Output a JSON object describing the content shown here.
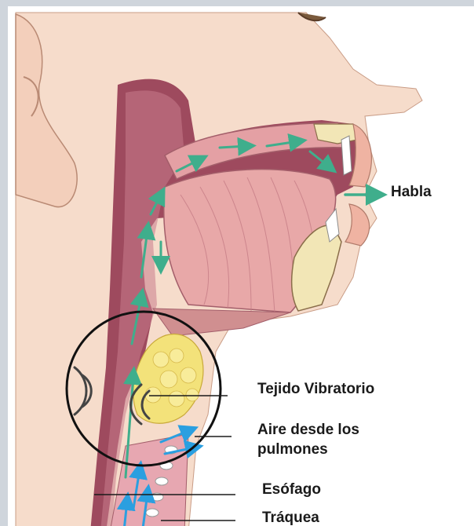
{
  "labels": {
    "speech": "Habla",
    "vibratory_tissue": "Tejido Vibratorio",
    "air_line1": "Aire desde los",
    "air_line2": "pulmones",
    "esophagus": "Esófago",
    "trachea": "Tráquea"
  },
  "colors": {
    "skin": "#f6dccb",
    "skin_shadow": "#e7b9a2",
    "cavity": "#9e4a5e",
    "cavity_light": "#c97b8c",
    "tongue": "#e8a8a8",
    "fat_tissue": "#f3e27a",
    "airflow_mouth": "#3fae8c",
    "airflow_lungs": "#2a9fe0",
    "outline": "#1a1a1a"
  }
}
